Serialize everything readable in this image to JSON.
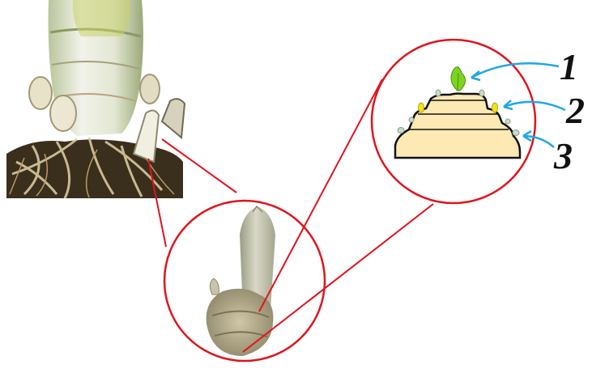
{
  "figure": {
    "callouts": [
      {
        "label": "1",
        "part": "leaf-bud"
      },
      {
        "label": "2",
        "part": "lateral-bud"
      },
      {
        "label": "3",
        "part": "dormant-bud"
      }
    ],
    "colors": {
      "circle": "#e0141e",
      "arrow": "#1ea8e6",
      "corm_fill": "#fde9b3",
      "corm_outline": "#111111",
      "leaf_bud": "#7ed321",
      "lateral_bud": "#f0e020",
      "dormant_bud": "#c8dcc8"
    },
    "photo_subjects": [
      "plant-base-with-roots",
      "sucker-shoot-closeup"
    ]
  }
}
